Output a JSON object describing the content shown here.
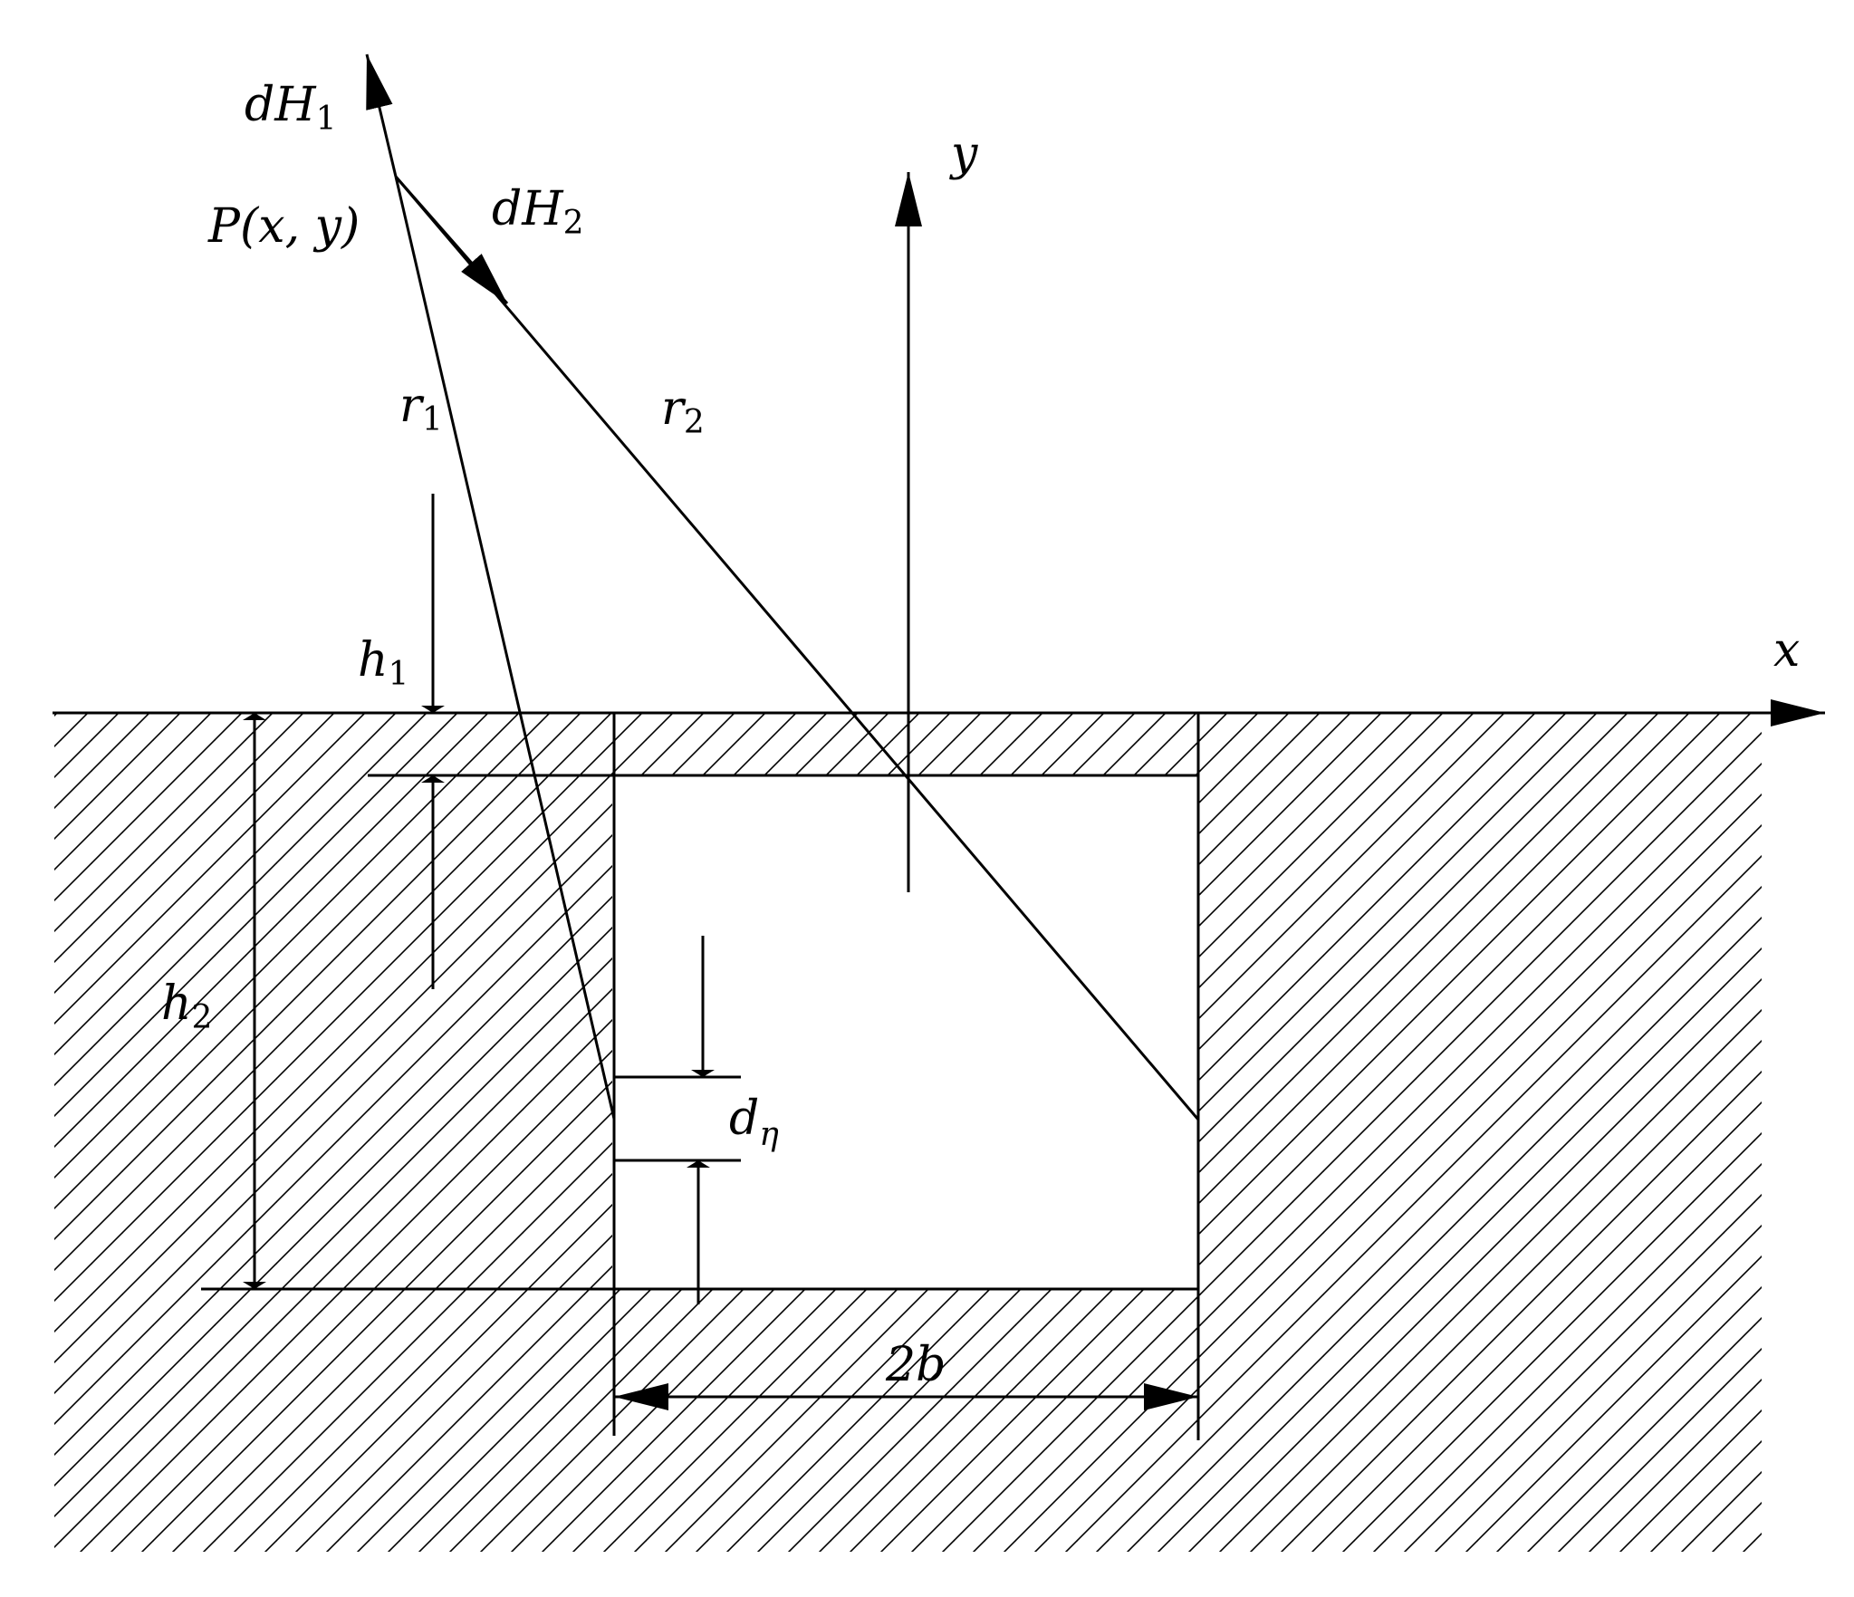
{
  "labels": {
    "dH1": {
      "main": "dH",
      "sub": "1"
    },
    "P": "P(x, y)",
    "dH2": {
      "main": "dH",
      "sub": "2"
    },
    "y_axis": "y",
    "x_axis": "x",
    "r1": {
      "main": "r",
      "sub": "1"
    },
    "r2": {
      "main": "r",
      "sub": "2"
    },
    "h1": {
      "main": "h",
      "sub": "1"
    },
    "h2": {
      "main": "h",
      "sub": "2"
    },
    "d_eta": {
      "main": "d",
      "sub": "η"
    },
    "two_b": "2b"
  },
  "colors": {
    "ink": "#000000",
    "background": "#ffffff"
  }
}
